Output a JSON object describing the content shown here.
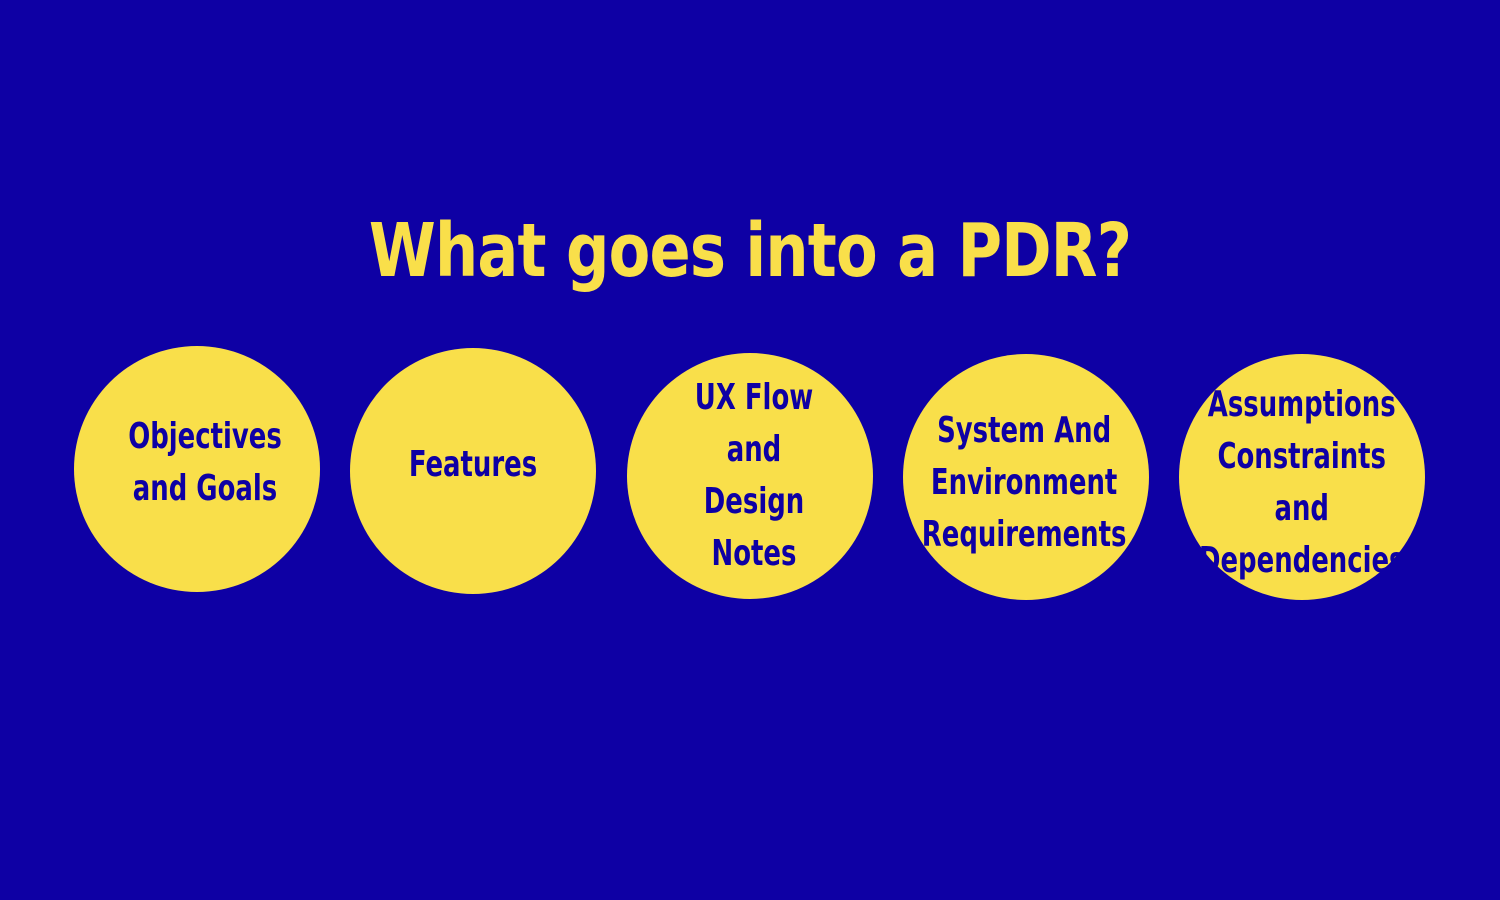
{
  "colors": {
    "background": "#0e00a4",
    "accent": "#f9df4a",
    "circle_text": "#0e00a4"
  },
  "title": "What goes into a PDR?",
  "items": [
    {
      "label": "Objectives\nand Goals"
    },
    {
      "label": "Features"
    },
    {
      "label": "UX Flow and\nDesign Notes"
    },
    {
      "label": "System And\nEnvironment\nRequirements"
    },
    {
      "label": "Assumptions\nConstraints and\nDependencies"
    }
  ]
}
